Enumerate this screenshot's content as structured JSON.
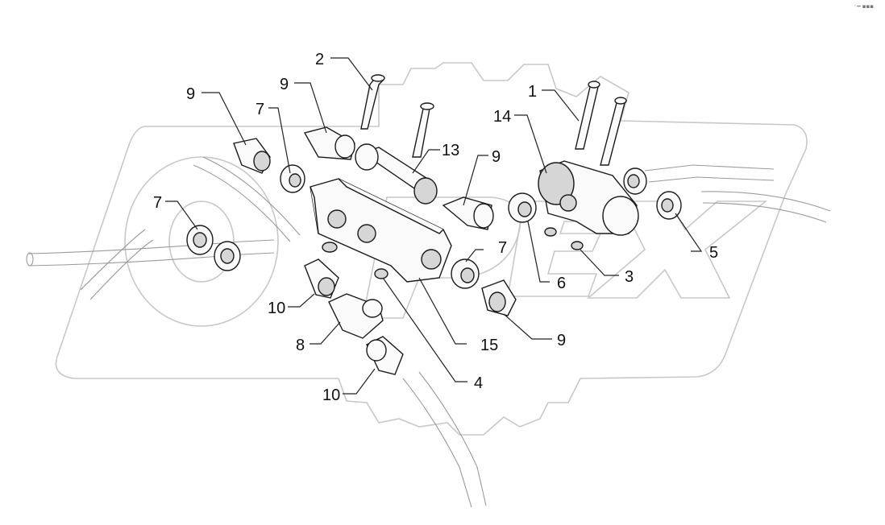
{
  "corner_mark": "◦━ ▪▪▪",
  "callouts": {
    "c1": "1",
    "c2": "2",
    "c3": "3",
    "c4": "4",
    "c5": "5",
    "c6": "6",
    "c7a": "7",
    "c7b": "7",
    "c7c": "7",
    "c8": "8",
    "c9a": "9",
    "c9b": "9",
    "c9c": "9",
    "c9d": "9",
    "c10a": "10",
    "c10b": "10",
    "c13": "13",
    "c14": "14",
    "c15": "15"
  }
}
